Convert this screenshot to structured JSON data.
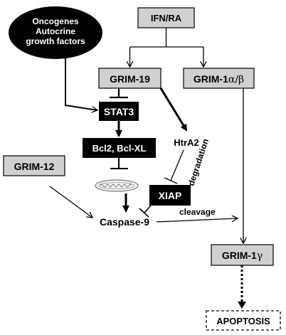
{
  "nodes": {
    "oncogenes": {
      "lines": [
        "Oncogenes",
        "Autocrine",
        "growth factors"
      ]
    },
    "ifn_ra": "IFN/RA",
    "grim19": "GRIM-19",
    "grim1ab": {
      "base": "GRIM-1",
      "greek": "α/β"
    },
    "stat3": "STAT3",
    "bcl2": "Bcl2, Bcl-XL",
    "htra2": "HtrA2",
    "degradation": "degradation",
    "grim12": "GRIM-12",
    "xiap": "XIAP",
    "caspase9": "Caspase-9",
    "cleavage": "cleavage",
    "grim1g": {
      "base": "GRIM-1",
      "greek": "γ"
    },
    "apoptosis": "APOPTOSIS"
  },
  "icons": {
    "mitochondrion": "mitochondrion-icon"
  }
}
